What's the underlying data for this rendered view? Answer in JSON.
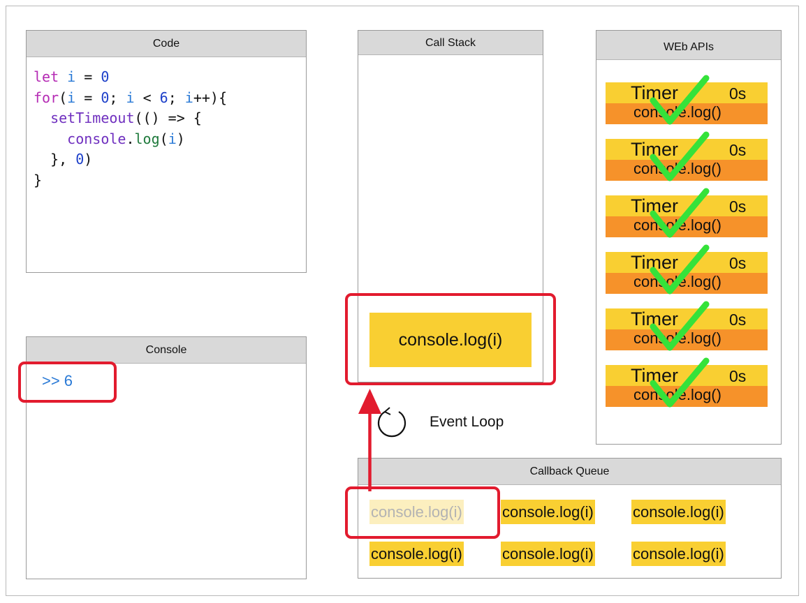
{
  "code_panel": {
    "title": "Code",
    "lines": [
      [
        {
          "t": "let ",
          "c": "kw"
        },
        {
          "t": "i",
          "c": "vr"
        },
        {
          "t": " = ",
          "c": ""
        },
        {
          "t": "0",
          "c": "num"
        }
      ],
      [
        {
          "t": "for",
          "c": "kw"
        },
        {
          "t": "(",
          "c": ""
        },
        {
          "t": "i",
          "c": "vr"
        },
        {
          "t": " = ",
          "c": ""
        },
        {
          "t": "0",
          "c": "num"
        },
        {
          "t": "; ",
          "c": ""
        },
        {
          "t": "i",
          "c": "vr"
        },
        {
          "t": " < ",
          "c": ""
        },
        {
          "t": "6",
          "c": "num"
        },
        {
          "t": "; ",
          "c": ""
        },
        {
          "t": "i",
          "c": "vr"
        },
        {
          "t": "++){",
          "c": ""
        }
      ],
      [
        {
          "t": "  ",
          "c": ""
        },
        {
          "t": "setTimeout",
          "c": "fn"
        },
        {
          "t": "(() => {",
          "c": ""
        }
      ],
      [
        {
          "t": "    ",
          "c": ""
        },
        {
          "t": "console",
          "c": "fn"
        },
        {
          "t": ".",
          "c": ""
        },
        {
          "t": "log",
          "c": "prop"
        },
        {
          "t": "(",
          "c": ""
        },
        {
          "t": "i",
          "c": "vr"
        },
        {
          "t": ")",
          "c": ""
        }
      ],
      [
        {
          "t": "  }, ",
          "c": ""
        },
        {
          "t": "0",
          "c": "num"
        },
        {
          "t": ")",
          "c": ""
        }
      ],
      [
        {
          "t": "}",
          "c": ""
        }
      ]
    ]
  },
  "console_panel": {
    "title": "Console",
    "output": ">> 6"
  },
  "call_stack": {
    "title": "Call Stack",
    "items": [
      "console.log(i)"
    ]
  },
  "web_apis": {
    "title": "WEb APIs",
    "timers": [
      {
        "label": "Timer",
        "delay": "0s",
        "callback": "console.log()"
      },
      {
        "label": "Timer",
        "delay": "0s",
        "callback": "console.log()"
      },
      {
        "label": "Timer",
        "delay": "0s",
        "callback": "console.log()"
      },
      {
        "label": "Timer",
        "delay": "0s",
        "callback": "console.log()"
      },
      {
        "label": "Timer",
        "delay": "0s",
        "callback": "console.log()"
      },
      {
        "label": "Timer",
        "delay": "0s",
        "callback": "console.log()"
      }
    ]
  },
  "event_loop": {
    "label": "Event Loop"
  },
  "callback_queue": {
    "title": "Callback Queue",
    "items": [
      {
        "text": "console.log(i)",
        "state": "dequeued"
      },
      {
        "text": "console.log(i)",
        "state": "waiting"
      },
      {
        "text": "console.log(i)",
        "state": "waiting"
      },
      {
        "text": "console.log(i)",
        "state": "waiting"
      },
      {
        "text": "console.log(i)",
        "state": "waiting"
      },
      {
        "text": "console.log(i)",
        "state": "waiting"
      }
    ]
  },
  "colors": {
    "highlight": "#e21b2e",
    "item_fill": "#f9cf32",
    "timer_callback_fill": "#f6922a",
    "check": "#35e23a"
  }
}
